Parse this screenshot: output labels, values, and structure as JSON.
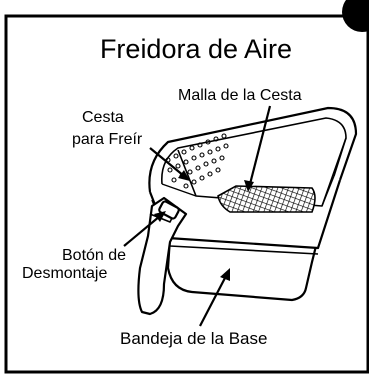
{
  "title": "Freidora de Aire",
  "corner_badge": "",
  "labels": {
    "basket": [
      "Cesta",
      "para Freír"
    ],
    "basket_mesh": "Malla de la Cesta",
    "release_button": [
      "Botón de",
      "Desmontaje"
    ],
    "base_tray": "Bandeja de la Base"
  },
  "colors": {
    "border": "#000000",
    "background": "#ffffff",
    "ink": "#000000"
  }
}
